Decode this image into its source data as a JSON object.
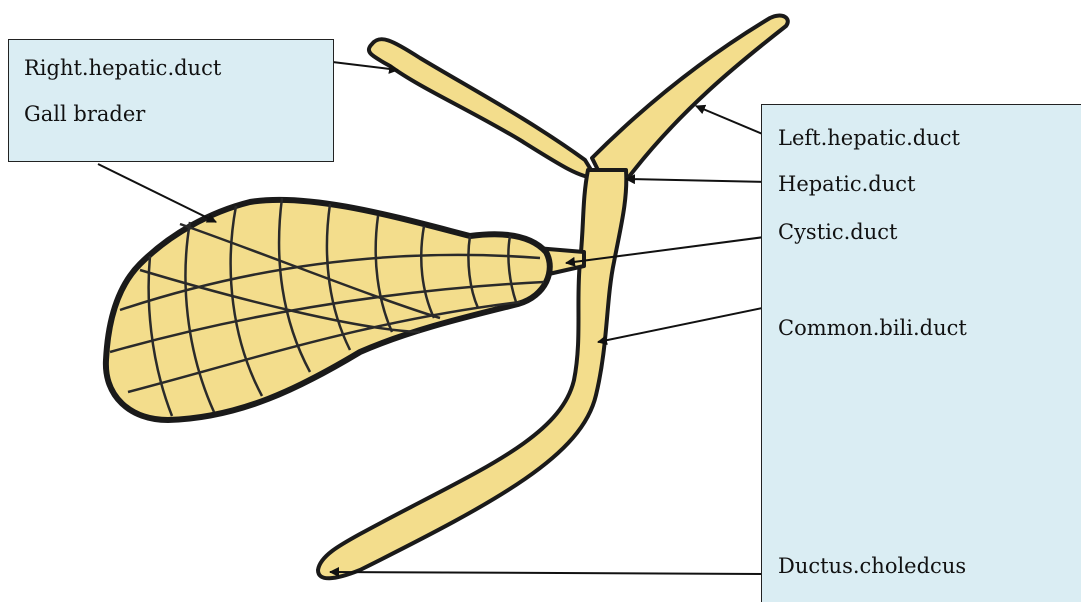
{
  "labels": {
    "right_hepatic_duct": "Right.hepatic.duct",
    "gall_bladder": "Gall brader",
    "left_hepatic_duct": "Left.hepatic.duct",
    "hepatic_duct": "Hepatic.duct",
    "cystic_duct": "Cystic.duct",
    "common_bile_duct": "Common.bili.duct",
    "ductus_choledochus": "Ductus.choledcus"
  },
  "colors": {
    "organ_fill": "#f3dd8c",
    "organ_outline": "#1a1a1a",
    "label_box": "#daedf3"
  }
}
